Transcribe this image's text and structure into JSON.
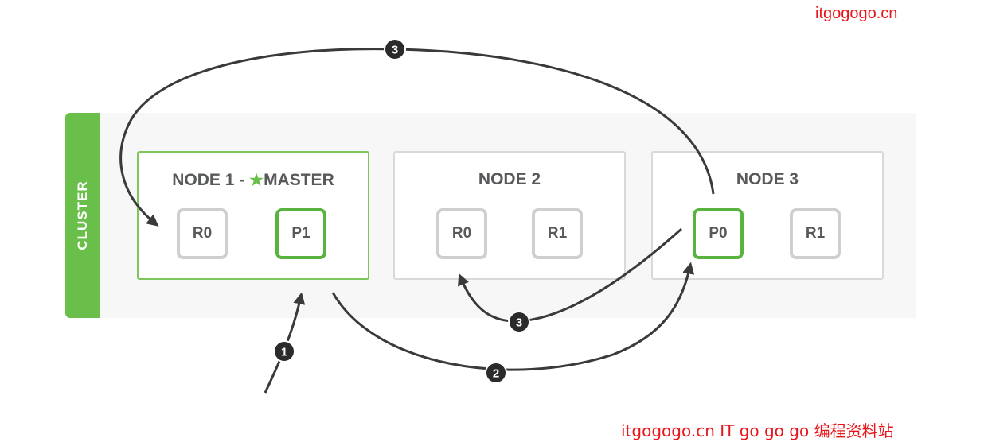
{
  "watermark": {
    "top": "itgogogo.cn",
    "bottom": "itgogogo.cn IT go go go 编程资料站"
  },
  "cluster": {
    "label": "CLUSTER",
    "colors": {
      "accent": "#6abf4b",
      "node_border": "#d9d9d9",
      "text": "#58595b",
      "arrow": "#3a3a3a"
    }
  },
  "nodes": [
    {
      "title_prefix": "NODE 1 - ",
      "star_icon": "★",
      "title_suffix": "MASTER",
      "shards": [
        "R0",
        "P1"
      ]
    },
    {
      "title": "NODE 2",
      "shards": [
        "R0",
        "R1"
      ]
    },
    {
      "title": "NODE 3",
      "shards": [
        "P0",
        "R1"
      ]
    }
  ],
  "steps": [
    "1",
    "2",
    "3",
    "3"
  ]
}
